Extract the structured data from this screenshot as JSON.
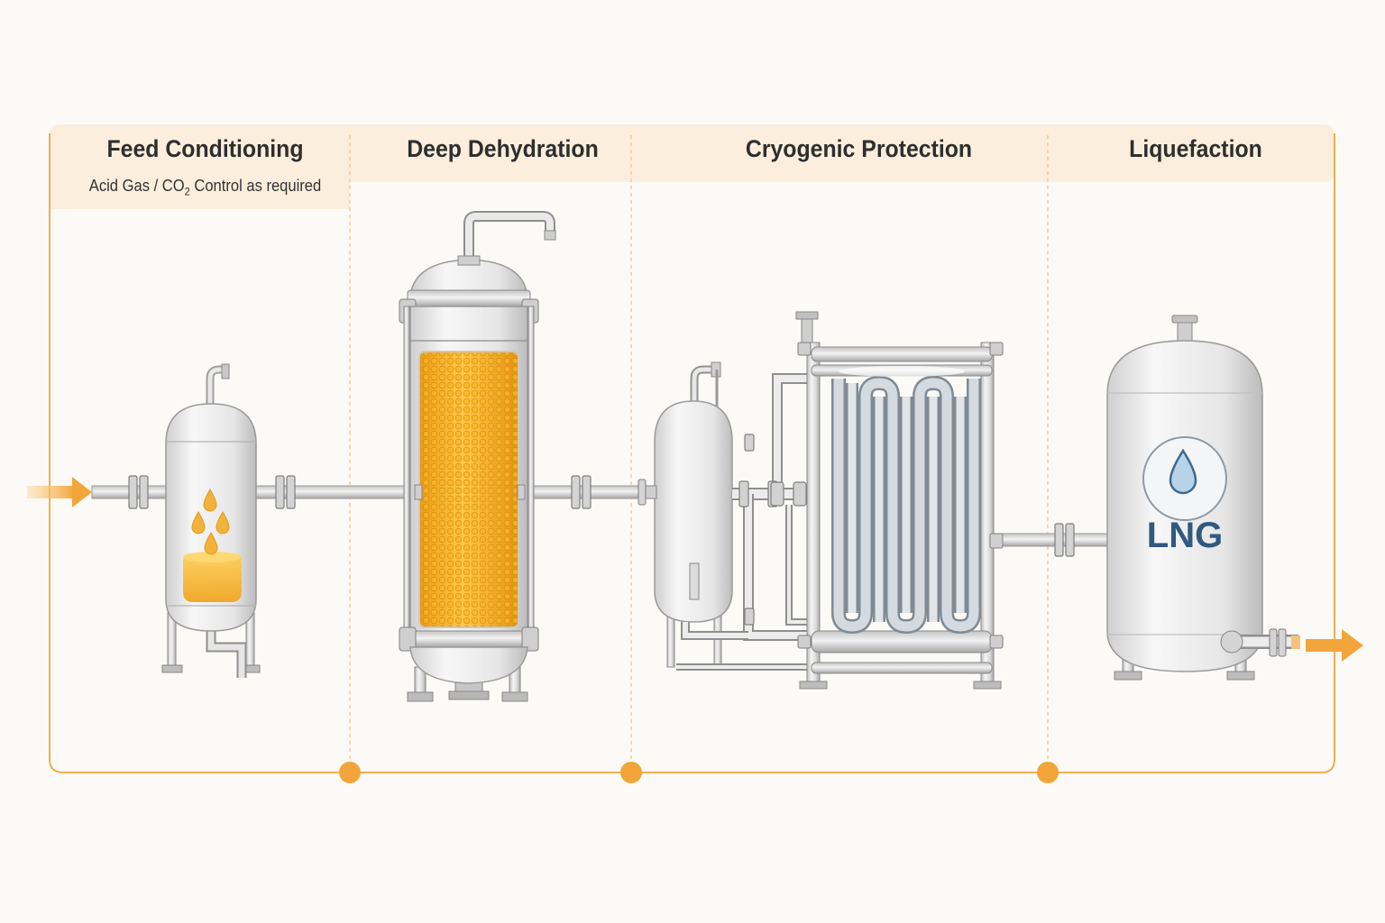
{
  "stages": [
    {
      "title": "Feed Conditioning",
      "subtitle_pre": "Acid Gas / CO",
      "subtitle_sub": "2",
      "subtitle_post": " Control as required"
    },
    {
      "title": "Deep Dehydration"
    },
    {
      "title": "Cryogenic Protection"
    },
    {
      "title": "Liquefaction"
    }
  ],
  "tank_label": "LNG",
  "colors": {
    "accent": "#f2a53a",
    "header_band": "#fbeedc",
    "steel": "#d9d9d9",
    "steel_dark": "#8d8d8d",
    "media": "#f0b12e"
  },
  "icons": {
    "feed_arrow": "arrow-right-icon",
    "product_arrow": "arrow-right-icon",
    "tank_badge": "droplet-icon"
  }
}
